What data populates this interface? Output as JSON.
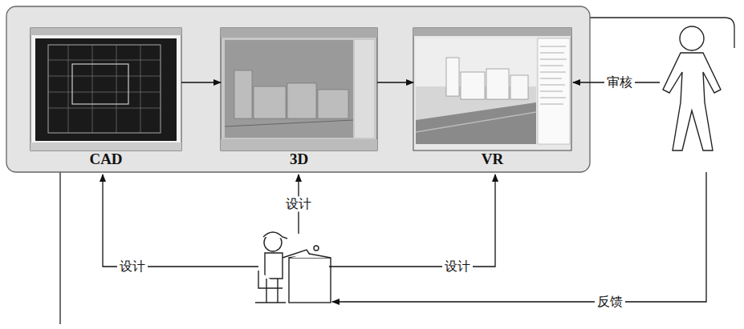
{
  "diagram": {
    "nodes": [
      {
        "text": [
          "CAD"
        ]
      },
      {
        "text": [
          "3D"
        ]
      },
      {
        "text": [
          "VR"
        ]
      }
    ],
    "edges": [
      {
        "from": 0,
        "to": 1,
        "arrow": "to"
      },
      {
        "from": 1,
        "to": 2,
        "arrow": "to"
      }
    ],
    "labels": [
      "审核",
      "设计",
      "设计",
      "设计",
      "反馈"
    ]
  }
}
